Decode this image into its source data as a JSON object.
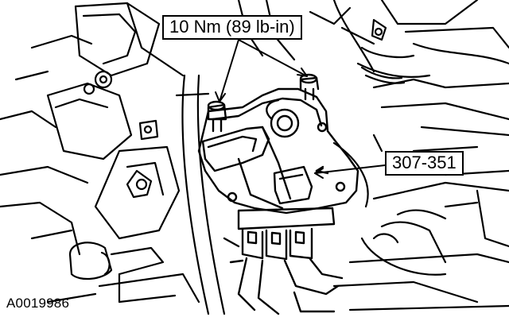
{
  "figure": {
    "callouts": {
      "torque": "10 Nm (89 lb-in)",
      "tool_number": "307-351"
    },
    "figure_id": "A0019986"
  }
}
